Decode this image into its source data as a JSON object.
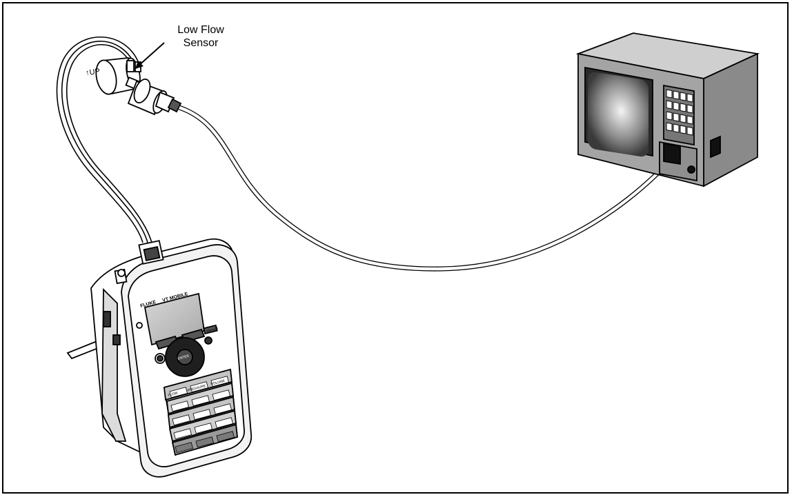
{
  "callout": {
    "line1": "Low Flow",
    "line2": "Sensor"
  },
  "sensor_mark": "UP",
  "device": {
    "brand": "FLUKE",
    "model": "VT MOBILE",
    "enter_key": "ENTER",
    "power_key": "Menu/ff",
    "row_labels": [
      "FLOW",
      "PRESSURE",
      "VOLUME"
    ]
  },
  "colors": {
    "line": "#000000",
    "screen": "#c8c8c8",
    "panel": "#9a9a9a",
    "key": "#e6e6e6"
  }
}
